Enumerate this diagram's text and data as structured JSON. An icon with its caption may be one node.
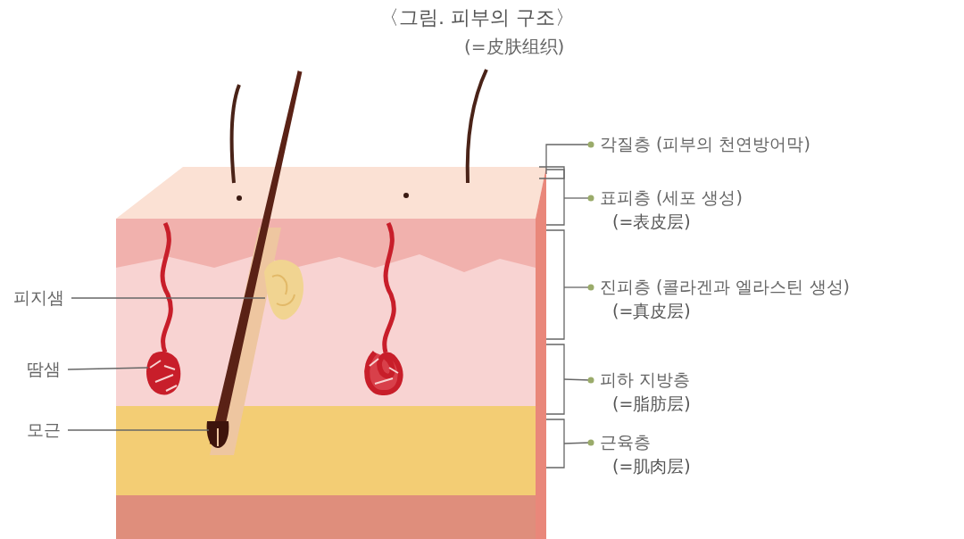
{
  "diagram": {
    "title": "〈그림. 피부의 구조〉",
    "nodes": [
      {
        "text": [
          "피지샘"
        ]
      },
      {
        "text": [
          "땀샘"
        ]
      },
      {
        "text": [
          "모근"
        ]
      },
      {
        "text": [
          "각질층 (피부의 천연방어막)"
        ]
      },
      {
        "text": [
          "표피층 (세포 생성)",
          "(=表皮层)"
        ]
      },
      {
        "text": [
          "진피층 (콜라겐과 엘라스틴 생성)",
          "(=真皮层)"
        ]
      },
      {
        "text": [
          "피하 지방층",
          "(=脂肪层)"
        ]
      },
      {
        "text": [
          "근육층",
          "(=肌肉层)"
        ]
      },
      {
        "text": [],
        "shape": "picture"
      },
      {
        "text": [],
        "shape": "picture"
      },
      {
        "text": [],
        "shape": "picture"
      },
      {
        "text": [],
        "shape": "bracket"
      },
      {
        "text": [],
        "shape": "bracket"
      },
      {
        "text": [],
        "shape": "bracket"
      },
      {
        "text": [],
        "shape": "bracket"
      },
      {
        "text": [],
        "shape": "bracket"
      }
    ],
    "edges": [
      {
        "from": 0,
        "to": 8,
        "arrow": "none"
      },
      {
        "from": 1,
        "to": 9,
        "arrow": "none"
      },
      {
        "from": 2,
        "to": 10,
        "arrow": "none"
      },
      {
        "from": 3,
        "to": 11,
        "arrow": "other"
      },
      {
        "from": 4,
        "to": 12,
        "arrow": "other"
      },
      {
        "from": 5,
        "to": 13,
        "arrow": "other"
      },
      {
        "from": 6,
        "to": 14,
        "arrow": "other"
      },
      {
        "from": 7,
        "to": 15,
        "arrow": "other"
      }
    ],
    "labels": [
      "(=皮肤组织)"
    ]
  }
}
